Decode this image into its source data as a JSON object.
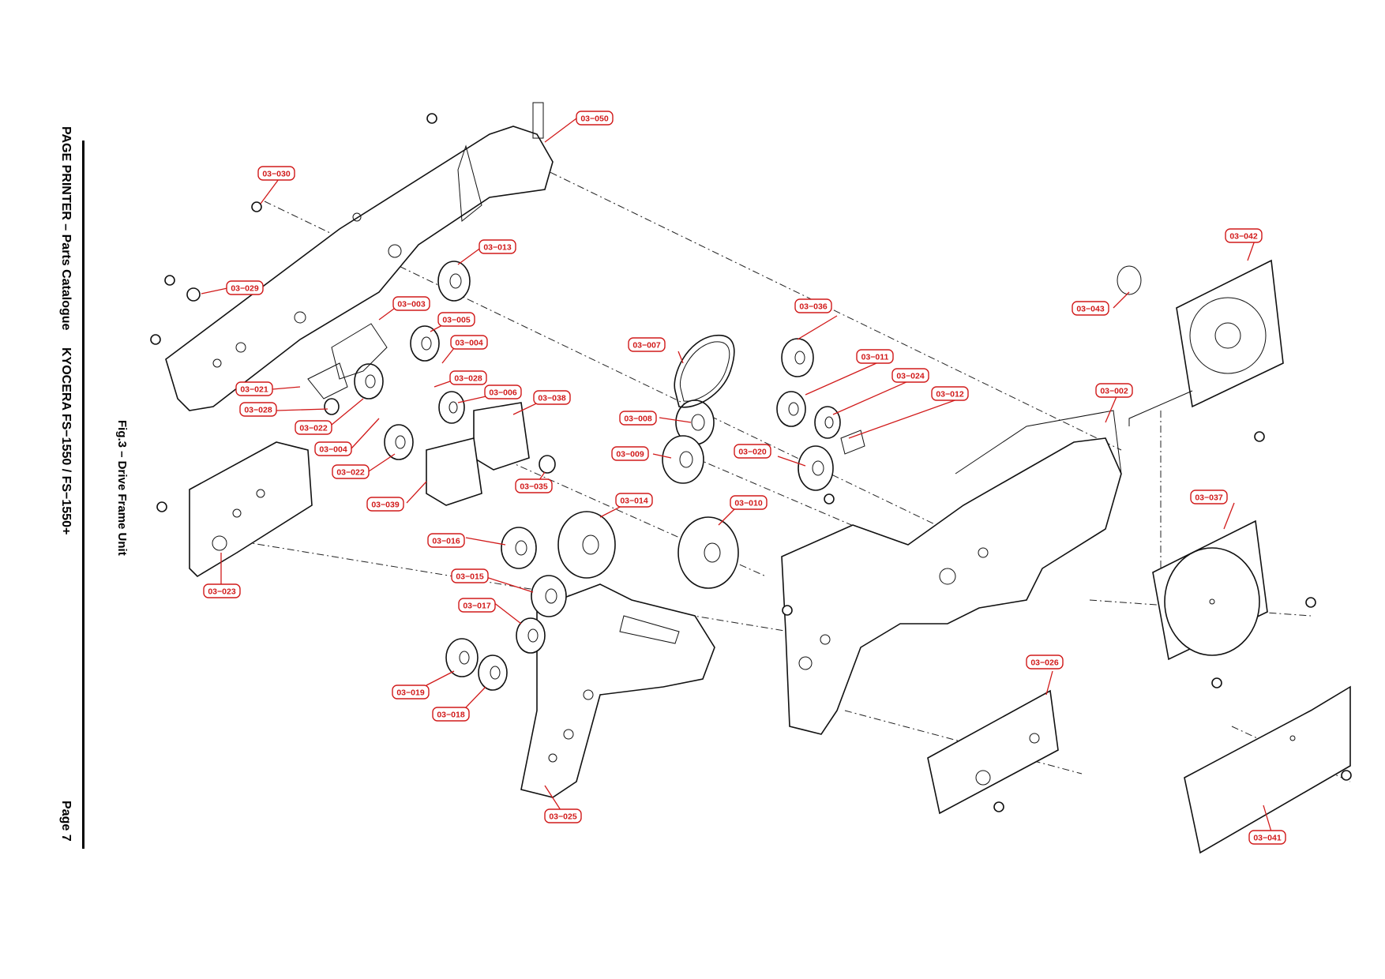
{
  "header": {
    "title": "PAGE PRINTER – Parts Catalogue",
    "model": "KYOCERA FS−1550 / FS−1550+",
    "page": "Page 7"
  },
  "figure": {
    "caption": "Fig.3 – Drive Frame Unit"
  },
  "colors": {
    "callout": "#d11a1a",
    "line_art": "#111111",
    "background": "#ffffff"
  },
  "callouts": [
    {
      "id": "c050",
      "label": "03−050"
    },
    {
      "id": "c030",
      "label": "03−030"
    },
    {
      "id": "c013",
      "label": "03−013"
    },
    {
      "id": "c029",
      "label": "03−029"
    },
    {
      "id": "c003",
      "label": "03−003"
    },
    {
      "id": "c005",
      "label": "03−005"
    },
    {
      "id": "c004a",
      "label": "03−004"
    },
    {
      "id": "c028a",
      "label": "03−028"
    },
    {
      "id": "c006",
      "label": "03−006"
    },
    {
      "id": "c038",
      "label": "03−038"
    },
    {
      "id": "c021",
      "label": "03−021"
    },
    {
      "id": "c028b",
      "label": "03−028"
    },
    {
      "id": "c022a",
      "label": "03−022"
    },
    {
      "id": "c004b",
      "label": "03−004"
    },
    {
      "id": "c022b",
      "label": "03−022"
    },
    {
      "id": "c035",
      "label": "03−035"
    },
    {
      "id": "c039",
      "label": "03−039"
    },
    {
      "id": "c023",
      "label": "03−023"
    },
    {
      "id": "c036",
      "label": "03−036"
    },
    {
      "id": "c007",
      "label": "03−007"
    },
    {
      "id": "c011",
      "label": "03−011"
    },
    {
      "id": "c024",
      "label": "03−024"
    },
    {
      "id": "c012",
      "label": "03−012"
    },
    {
      "id": "c008",
      "label": "03−008"
    },
    {
      "id": "c009",
      "label": "03−009"
    },
    {
      "id": "c020",
      "label": "03−020"
    },
    {
      "id": "c014",
      "label": "03−014"
    },
    {
      "id": "c010",
      "label": "03−010"
    },
    {
      "id": "c016",
      "label": "03−016"
    },
    {
      "id": "c015",
      "label": "03−015"
    },
    {
      "id": "c017",
      "label": "03−017"
    },
    {
      "id": "c019",
      "label": "03−019"
    },
    {
      "id": "c018",
      "label": "03−018"
    },
    {
      "id": "c025",
      "label": "03−025"
    },
    {
      "id": "c042",
      "label": "03−042"
    },
    {
      "id": "c043",
      "label": "03−043"
    },
    {
      "id": "c002",
      "label": "03−002"
    },
    {
      "id": "c037",
      "label": "03−037"
    },
    {
      "id": "c026",
      "label": "03−026"
    },
    {
      "id": "c041",
      "label": "03−041"
    }
  ]
}
